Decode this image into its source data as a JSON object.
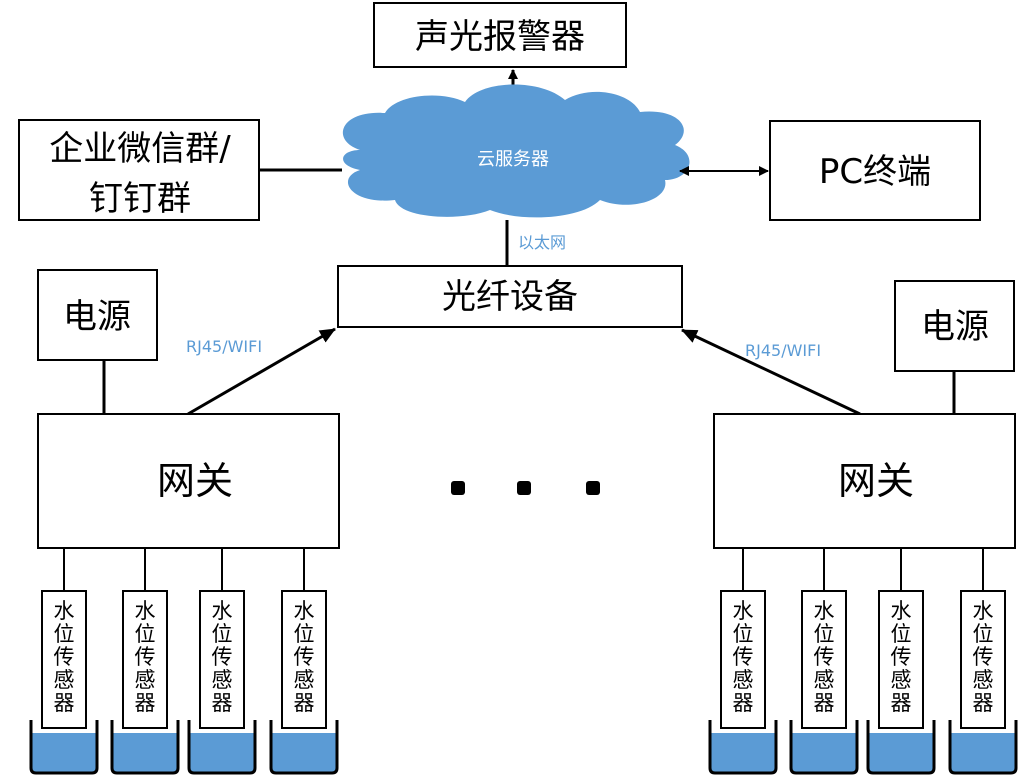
{
  "nodes": {
    "alarm": "声光报警器",
    "cloud": "云服务器",
    "wechat_line1": "企业微信群/",
    "wechat_line2": "钉钉群",
    "pc": "PC终端",
    "fiber": "光纤设备",
    "power_left": "电源",
    "power_right": "电源",
    "gateway_left": "网关",
    "gateway_right": "网关",
    "ellipsis": "• • •"
  },
  "edge_labels": {
    "ethernet": "以太网",
    "link_left": "RJ45/WIFI",
    "link_right": "RJ45/WIFI"
  },
  "sensor_label_chars": [
    "水",
    "位",
    "传",
    "感",
    "器"
  ],
  "sensor_count_per_gateway": 4,
  "colors": {
    "cloud": "#5b9bd5",
    "water": "#5b9bd5",
    "label": "#5b9bd5"
  }
}
